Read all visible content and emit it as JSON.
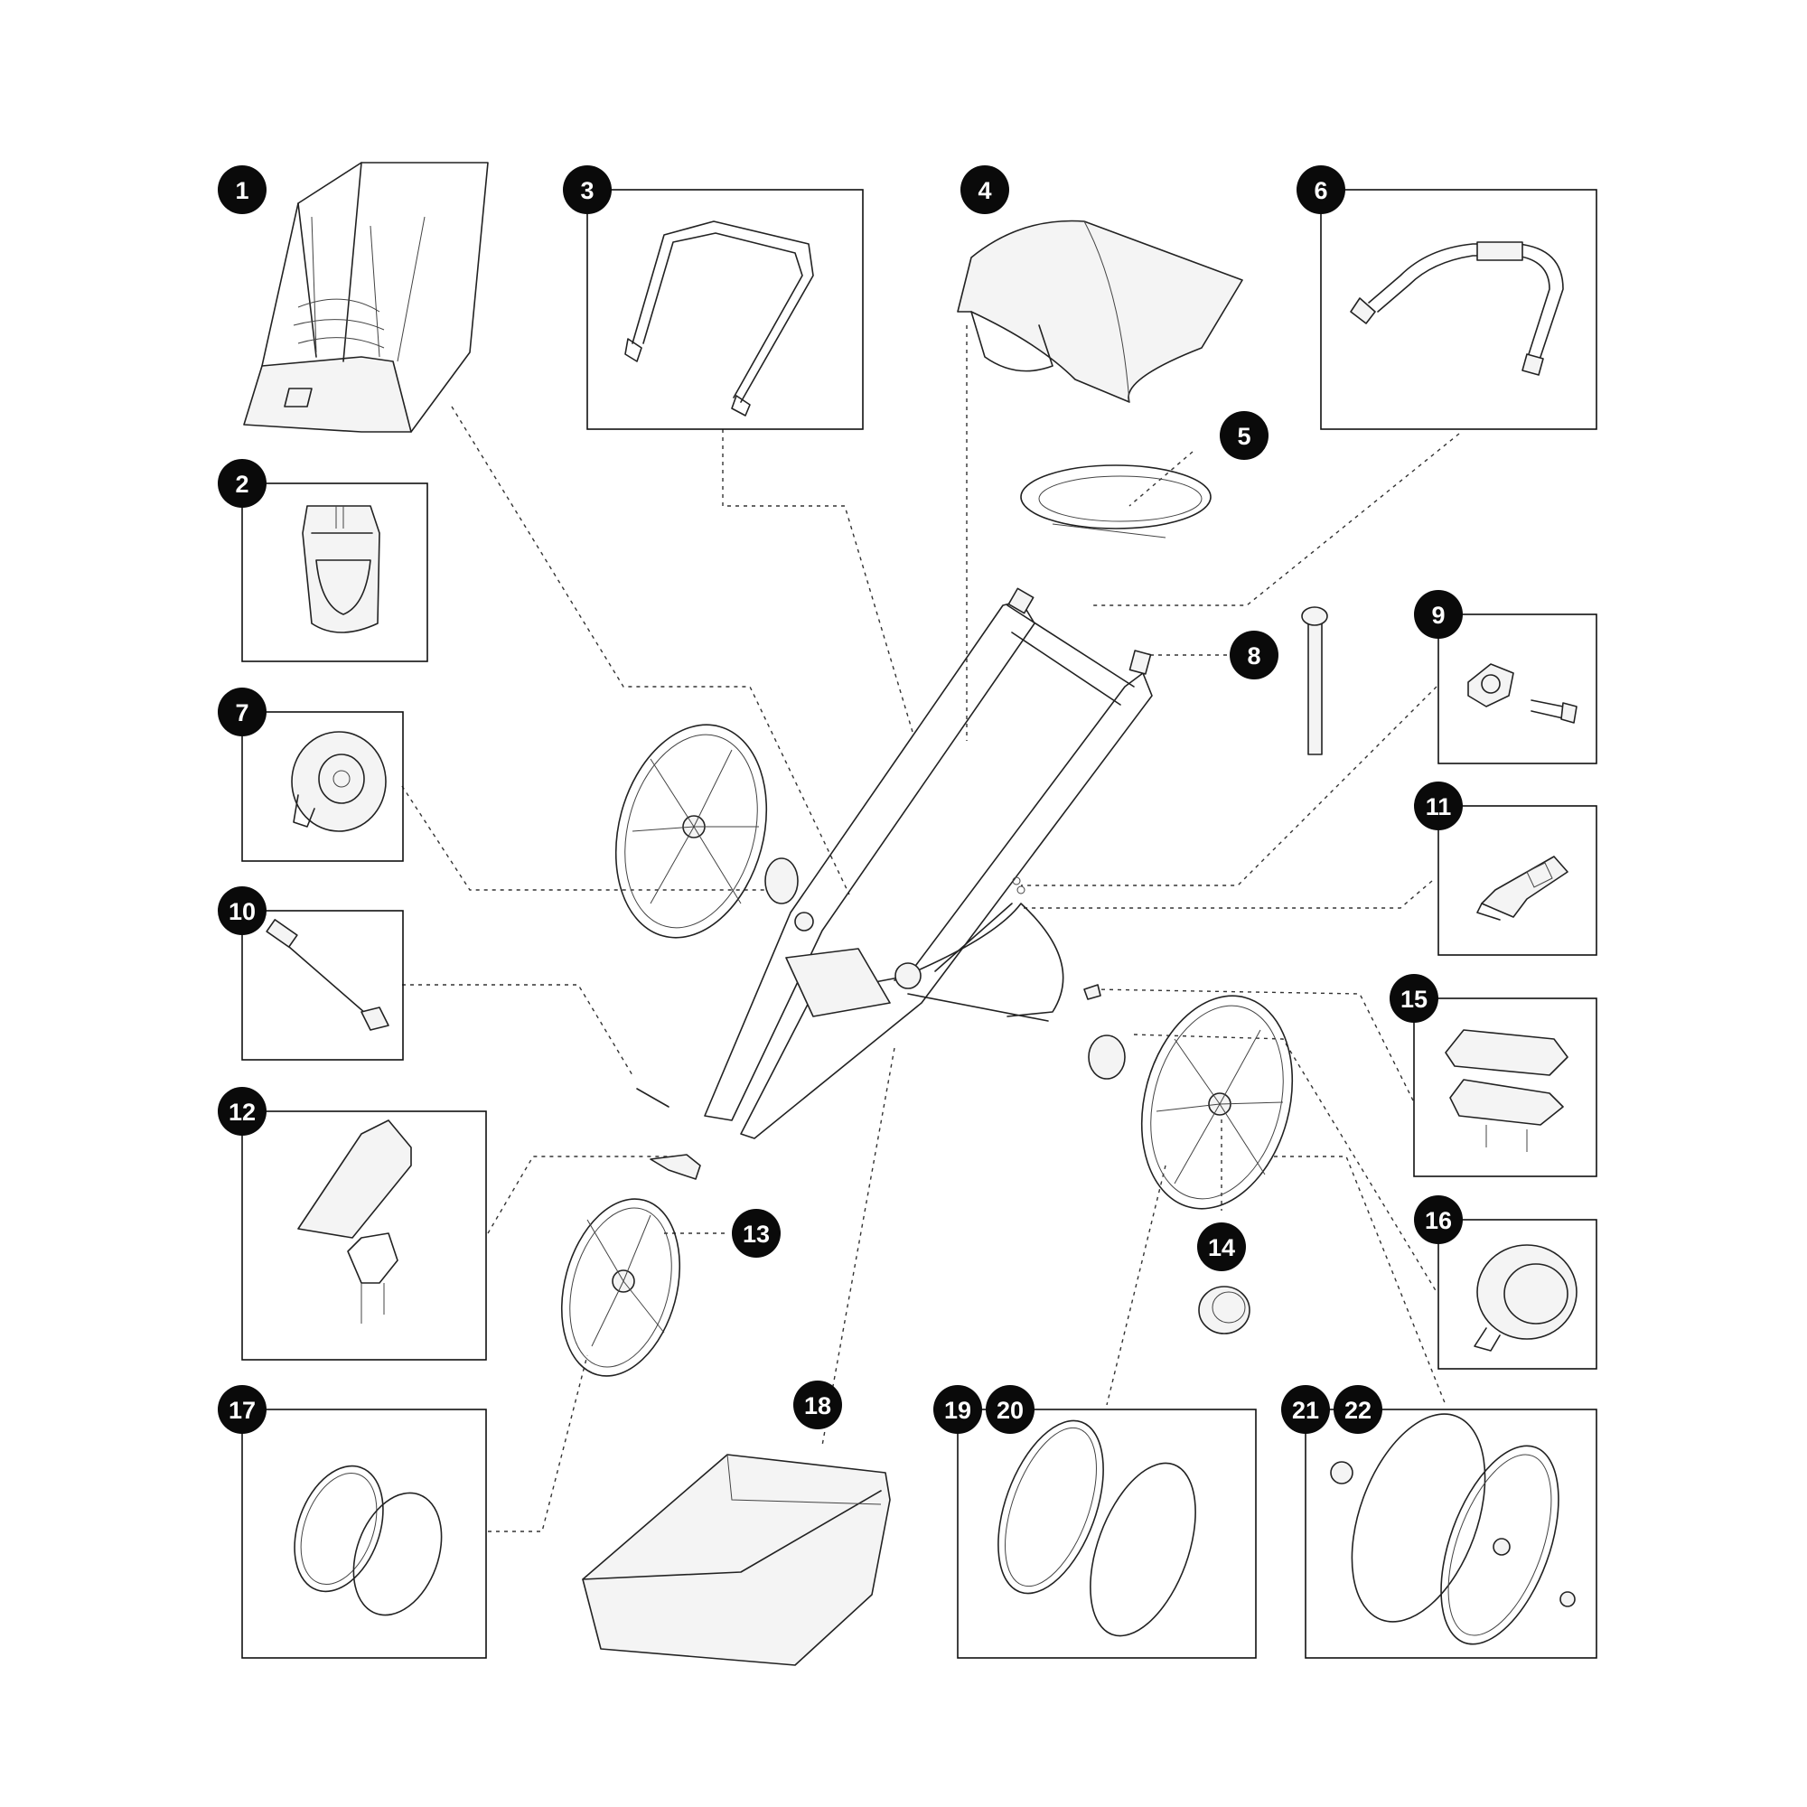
{
  "callouts": [
    {
      "id": "c1",
      "number": "1"
    },
    {
      "id": "c2",
      "number": "2"
    },
    {
      "id": "c3",
      "number": "3"
    },
    {
      "id": "c4",
      "number": "4"
    },
    {
      "id": "c5",
      "number": "5"
    },
    {
      "id": "c6",
      "number": "6"
    },
    {
      "id": "c7",
      "number": "7"
    },
    {
      "id": "c8",
      "number": "8"
    },
    {
      "id": "c9",
      "number": "9"
    },
    {
      "id": "c10",
      "number": "10"
    },
    {
      "id": "c11",
      "number": "11"
    },
    {
      "id": "c12",
      "number": "12"
    },
    {
      "id": "c13",
      "number": "13"
    },
    {
      "id": "c14",
      "number": "14"
    },
    {
      "id": "c15",
      "number": "15"
    },
    {
      "id": "c16",
      "number": "16"
    },
    {
      "id": "c17",
      "number": "17"
    },
    {
      "id": "c18",
      "number": "18"
    },
    {
      "id": "c19",
      "number": "19"
    },
    {
      "id": "c20",
      "number": "20"
    },
    {
      "id": "c21",
      "number": "21"
    },
    {
      "id": "c22",
      "number": "22"
    }
  ],
  "colors": {
    "badge": "#0a0a0a",
    "badge_text": "#ffffff",
    "line": "#222222"
  }
}
